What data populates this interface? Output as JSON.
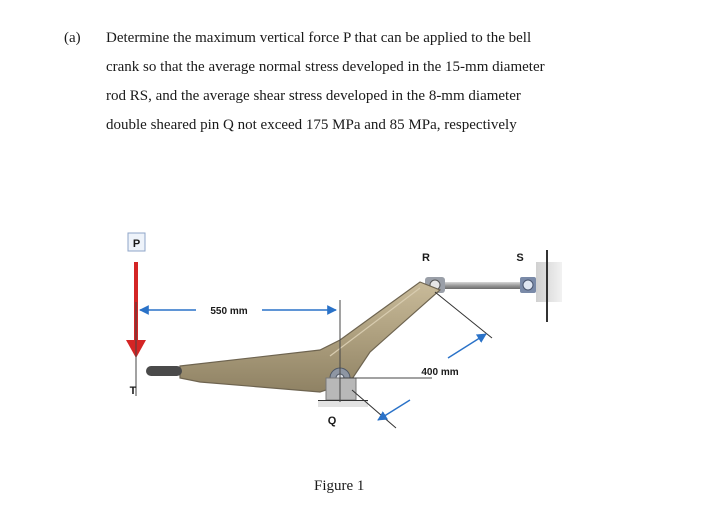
{
  "problem": {
    "label": "(a)",
    "lines": [
      "Determine the maximum vertical force P that can be applied to the bell",
      "crank so that the average normal stress developed in the 15-mm diameter",
      "rod RS, and the average shear stress developed in the 8-mm diameter",
      "double sheared pin Q not exceed 175 MPa and 85 MPa, respectively"
    ]
  },
  "figure": {
    "labels": {
      "P": "P",
      "R": "R",
      "S": "S",
      "T": "T",
      "Q": "Q"
    },
    "dimensions": {
      "horizontal": "550 mm",
      "inclined": "400 mm"
    },
    "caption": "Figure 1"
  }
}
